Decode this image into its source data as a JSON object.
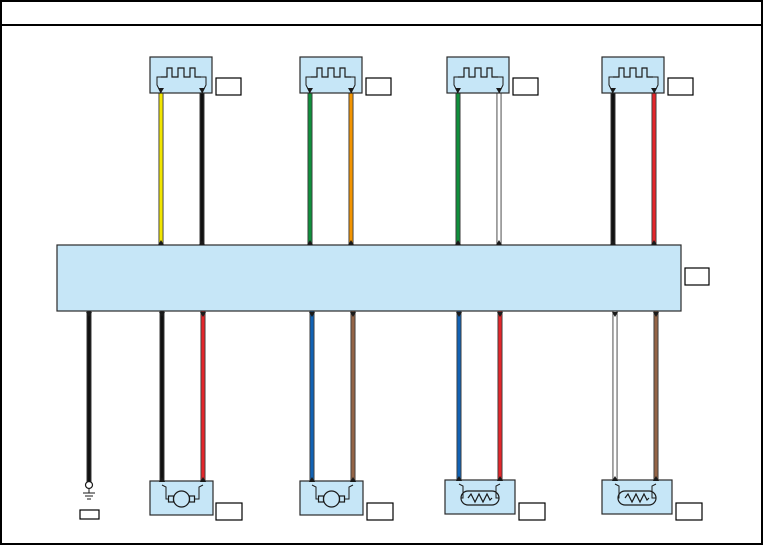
{
  "diagram": {
    "header_text": "",
    "colors": {
      "module_fill": "#c6e6f7",
      "yellow": "#f2e600",
      "black": "#111111",
      "green": "#0f8f3c",
      "orange": "#f29400",
      "white": "#ffffff",
      "red": "#e3262b",
      "blue": "#1162b4",
      "brown": "#946446"
    },
    "ecu": {
      "label": ""
    },
    "sensors_top": [
      {
        "id": "s1",
        "symbol": "heater-element",
        "label": "",
        "wires": [
          "yellow",
          "black"
        ]
      },
      {
        "id": "s2",
        "symbol": "heater-element",
        "label": "",
        "wires": [
          "green",
          "orange"
        ]
      },
      {
        "id": "s3",
        "symbol": "heater-element",
        "label": "",
        "wires": [
          "green",
          "white"
        ]
      },
      {
        "id": "s4",
        "symbol": "heater-element",
        "label": "",
        "wires": [
          "black",
          "red"
        ]
      }
    ],
    "ground": {
      "symbol": "ground",
      "label": "",
      "wire": "black"
    },
    "components_bottom": [
      {
        "id": "m1",
        "symbol": "motor",
        "label": "",
        "wires": [
          "black",
          "red"
        ]
      },
      {
        "id": "m2",
        "symbol": "motor",
        "label": "",
        "wires": [
          "blue",
          "brown"
        ]
      },
      {
        "id": "r1",
        "symbol": "resistor",
        "label": "",
        "wires": [
          "blue",
          "red"
        ]
      },
      {
        "id": "r2",
        "symbol": "resistor",
        "label": "",
        "wires": [
          "white",
          "brown"
        ]
      }
    ]
  }
}
